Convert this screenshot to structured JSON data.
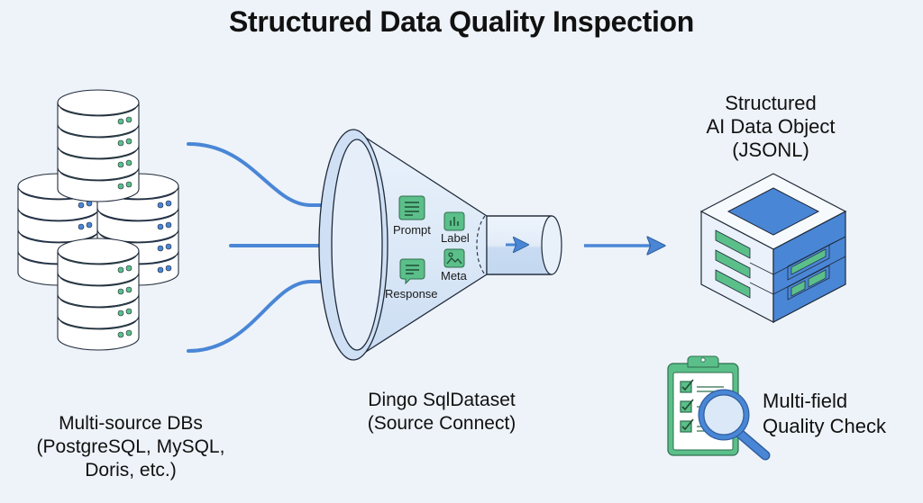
{
  "title": "Structured Data Quality Inspection",
  "sources": {
    "caption_lines": [
      "Multi-source DBs",
      "(PostgreSQL, MySQL,",
      "Doris, etc.)"
    ],
    "icon": "database-stack-icon",
    "database_count": 4
  },
  "connector": {
    "caption_lines": [
      "Dingo SqlDataset",
      "(Source Connect)"
    ],
    "icon": "funnel-icon",
    "fields": [
      {
        "label": "Prompt",
        "icon": "document-lines-icon"
      },
      {
        "label": "Label",
        "icon": "bar-chart-icon"
      },
      {
        "label": "Response",
        "icon": "chat-bubble-icon"
      },
      {
        "label": "Meta",
        "icon": "image-icon"
      }
    ]
  },
  "output": {
    "caption_lines": [
      "Structured",
      "AI Data Object",
      "(JSONL)"
    ],
    "icon": "data-cube-icon"
  },
  "quality_check": {
    "caption_lines": [
      "Multi-field",
      "Quality Check"
    ],
    "icon": "clipboard-magnifier-icon"
  },
  "colors": {
    "background": "#eef3f9",
    "blue": "#4a86d6",
    "blue_light": "#cfe0f5",
    "green": "#5bbf8a",
    "green_dark": "#3a8f63",
    "stroke": "#1f2a3a"
  }
}
